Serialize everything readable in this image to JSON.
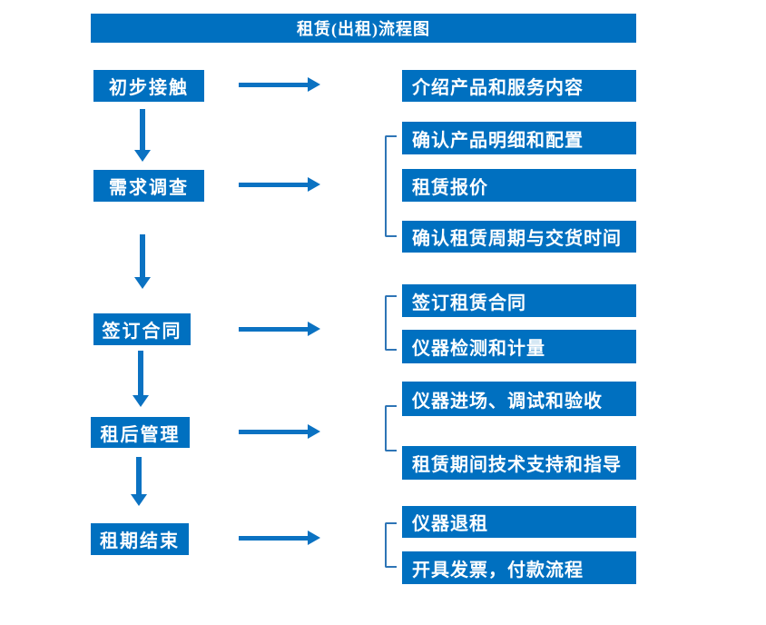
{
  "title": "租赁(出租)流程图",
  "colors": {
    "box_blue": "#0070C0",
    "arrow_blue": "#0B72C2",
    "bracket_blue": "#2E75B6",
    "text_white": "#FFFFFF"
  },
  "flow": [
    {
      "step": "初步接触",
      "details": [
        "介绍产品和服务内容"
      ]
    },
    {
      "step": "需求调查",
      "details": [
        "确认产品明细和配置",
        "租赁报价",
        "确认租赁周期与交货时间"
      ]
    },
    {
      "step": "签订合同",
      "details": [
        "签订租赁合同",
        "仪器检测和计量"
      ]
    },
    {
      "step": "租后管理",
      "details": [
        "仪器进场、调试和验收",
        "租赁期间技术支持和指导"
      ]
    },
    {
      "step": "租期结束",
      "details": [
        "仪器退租",
        "开具发票，付款流程"
      ]
    }
  ]
}
